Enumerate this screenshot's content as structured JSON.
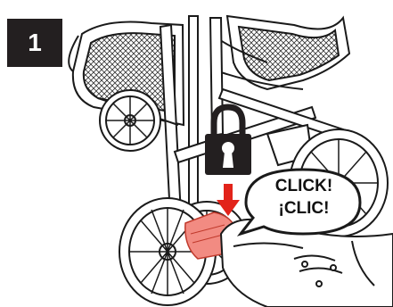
{
  "step": {
    "number": "1"
  },
  "callout": {
    "line1": "CLICK!",
    "line2": "¡CLIC!"
  },
  "icons": [
    "lock-icon",
    "down-arrow-icon",
    "foot-icon"
  ],
  "colors": {
    "badge": "#231f20",
    "arrow": "#e2231a",
    "brake_pedal": "#f28b82",
    "line": "#1a1a1a"
  }
}
